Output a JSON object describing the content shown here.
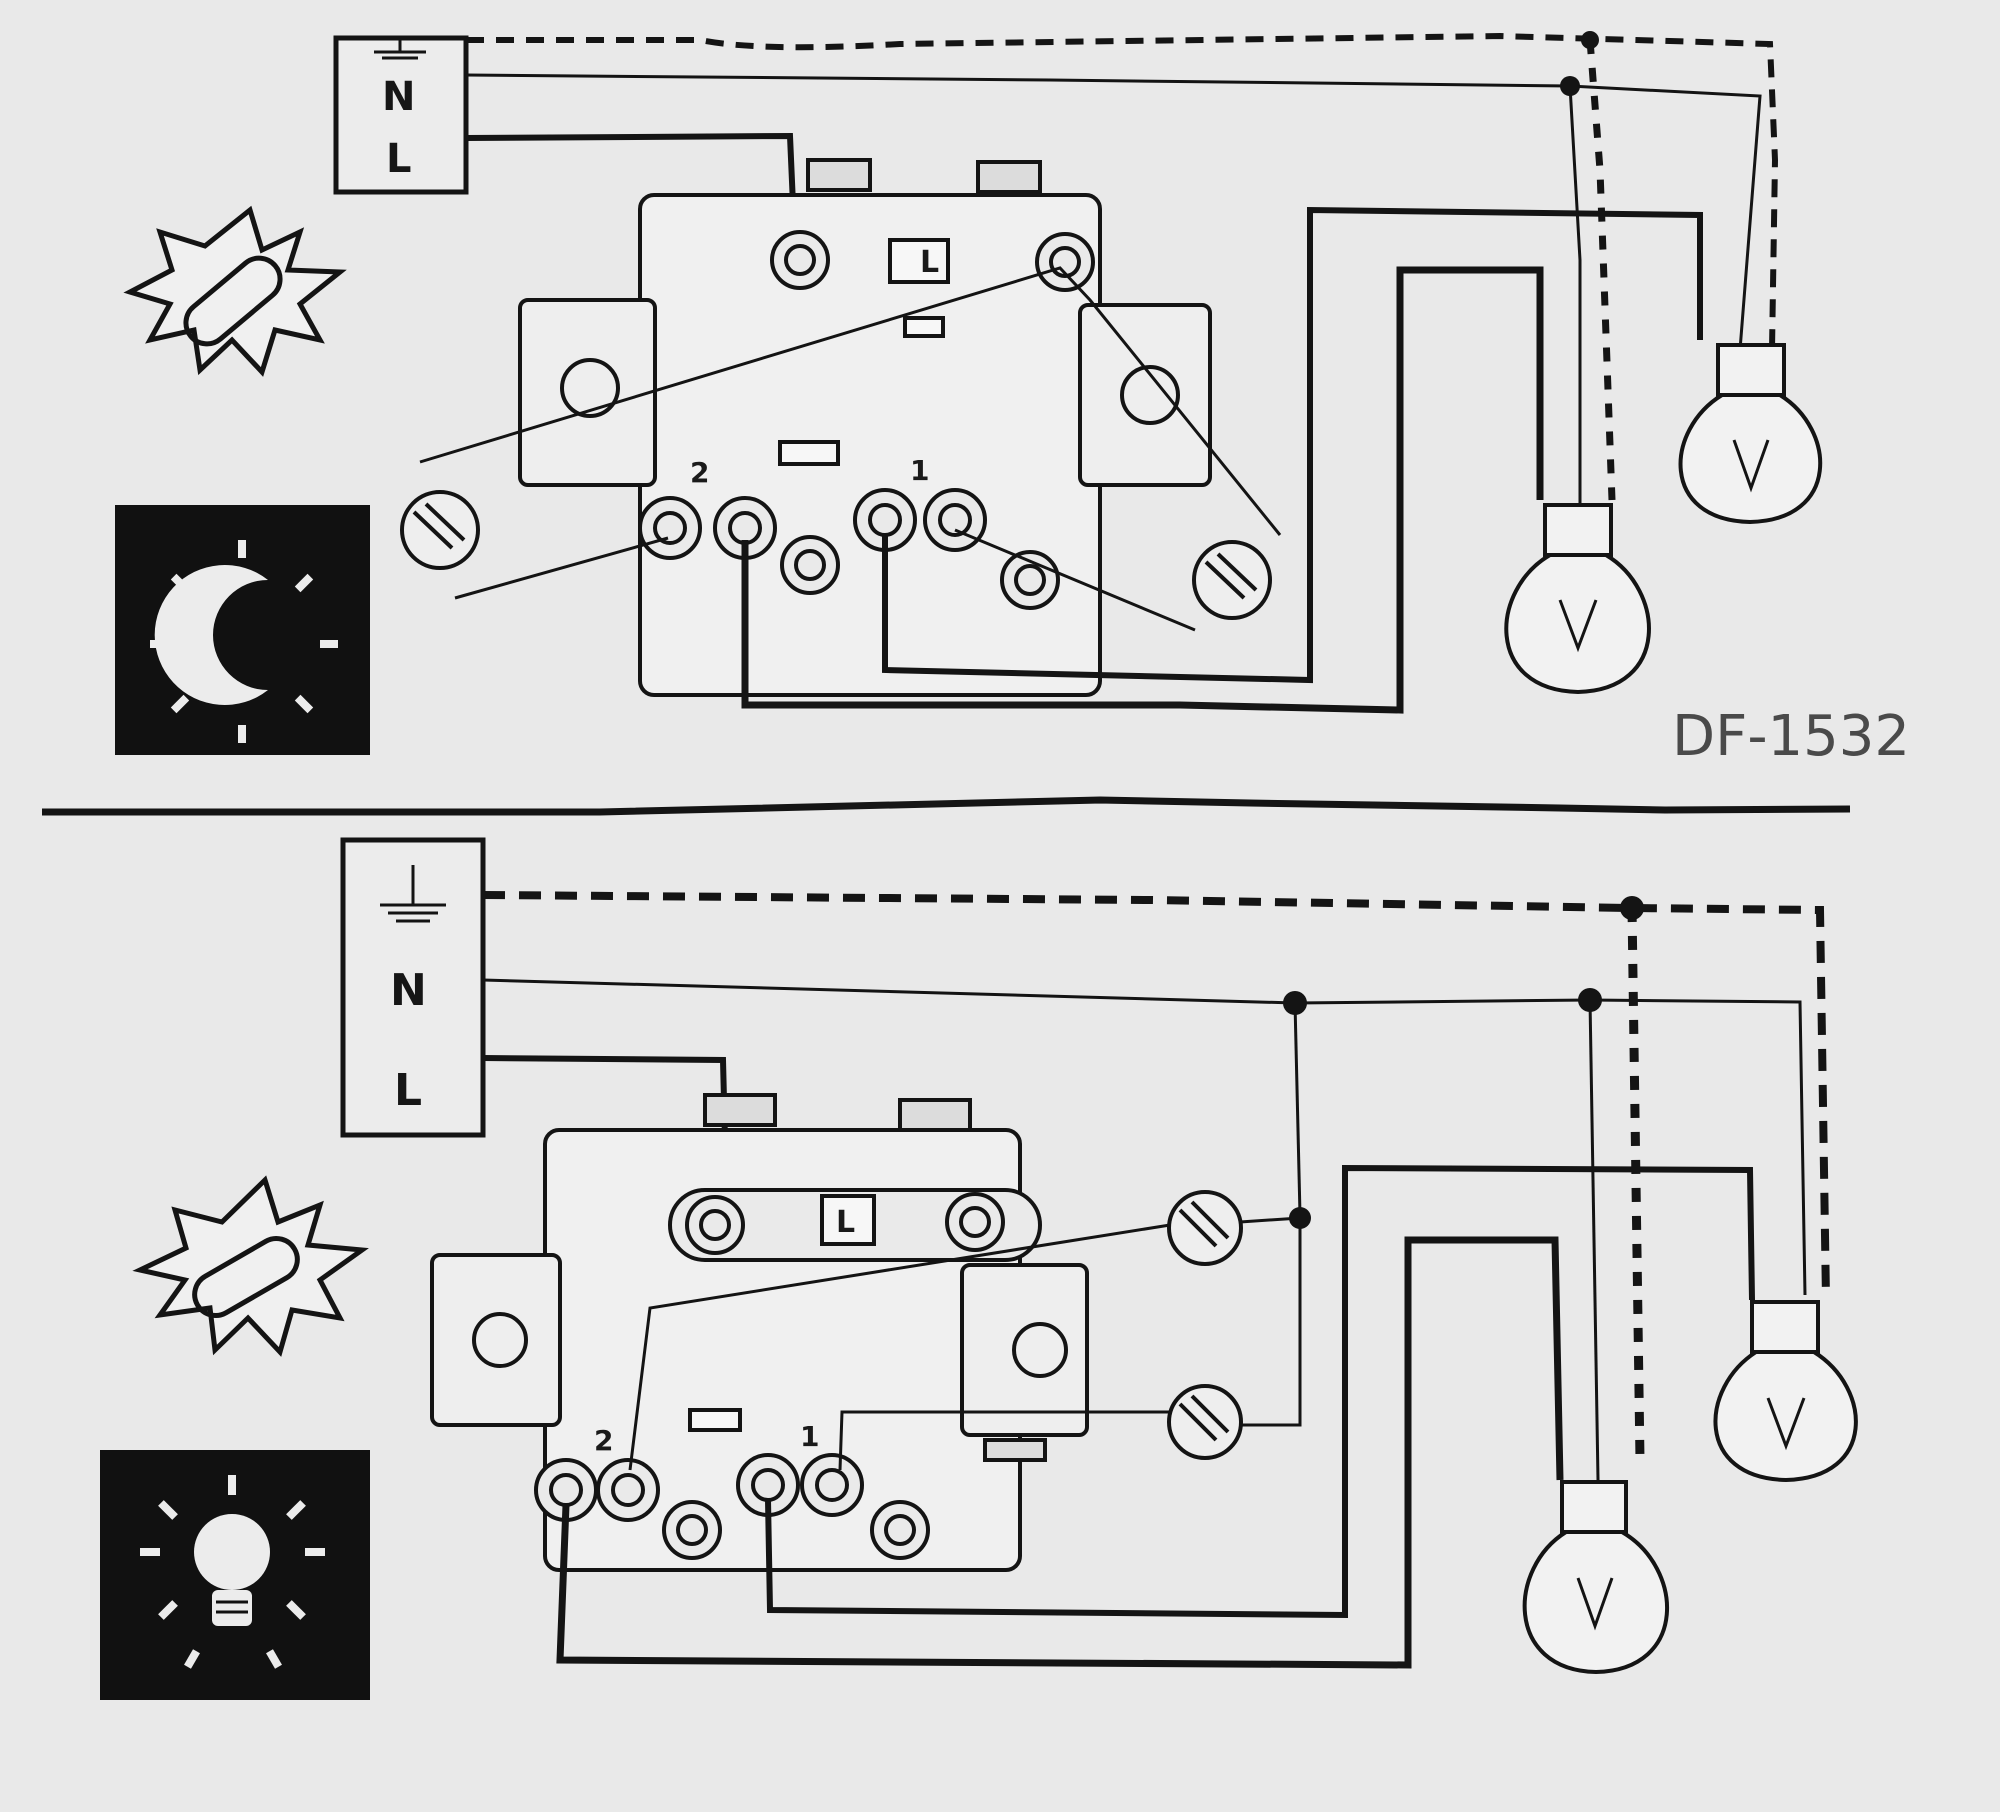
{
  "title": "DF-1532",
  "panels": [
    {
      "mode": "night",
      "supply": {
        "neutral": "N",
        "live": "L"
      },
      "switch": {
        "common_mark": "L",
        "terminal_left": "2",
        "terminal_right": "1"
      }
    },
    {
      "mode": "day",
      "supply": {
        "neutral": "N",
        "live": "L"
      },
      "switch": {
        "common_mark": "L",
        "terminal_left": "2",
        "terminal_right": "1"
      }
    }
  ],
  "icons": {
    "sun": "sun-icon",
    "moon": "moon-icon",
    "bulb": "bulb-icon",
    "ground": "ground-icon",
    "lamp": "lamp-icon"
  },
  "colors": {
    "ink": "#141414",
    "paper": "#e9e9e9",
    "dark_tile": "#111111",
    "model_label": "#4a4a4a"
  }
}
